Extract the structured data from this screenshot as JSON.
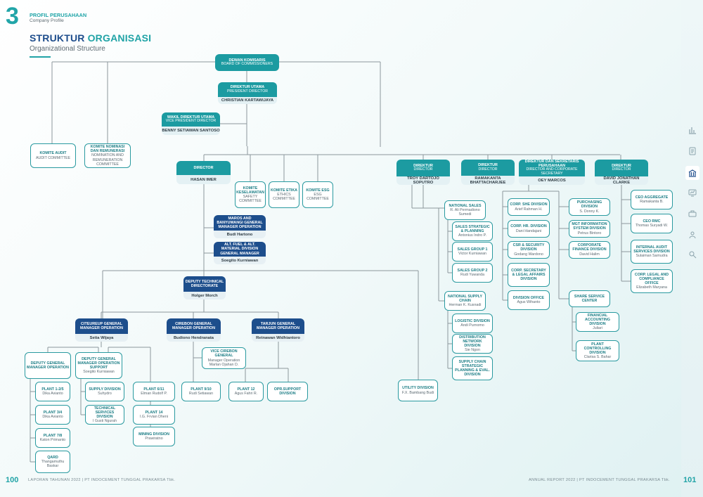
{
  "header": {
    "chapter_number": "3",
    "section": "PROFIL PERUSAHAAN",
    "section_en": "Company Profile",
    "title_a": "STRUKTUR",
    "title_b": "ORGANISASI",
    "subtitle": "Organizational Structure"
  },
  "footer": {
    "page_left": "100",
    "text_left": "LAPORAN TAHUNAN 2022 | PT INDOCEMENT TUNGGAL PRAKARSA Tbk.",
    "page_right": "101",
    "text_right": "ANNUAL REPORT 2022 | PT INDOCEMENT TUNGGAL PRAKARSA Tbk."
  },
  "side_icons": [
    {
      "name": "chart-icon"
    },
    {
      "name": "document-icon"
    },
    {
      "name": "building-icon",
      "active": true
    },
    {
      "name": "monitor-chart-icon"
    },
    {
      "name": "briefcase-icon"
    },
    {
      "name": "people-icon"
    },
    {
      "name": "search-people-icon"
    }
  ],
  "colors": {
    "teal": "#1c9ba1",
    "navy": "#1d4e8c",
    "line": "#8c979c",
    "border": "#2a9aa0"
  },
  "nodes": [
    {
      "id": "boc",
      "kind": "teal",
      "title": "DEWAN KOMISARIS",
      "sub": "BOARD OF COMMISSIONERS"
    },
    {
      "id": "pd",
      "kind": "teal",
      "title": "DIREKTUR UTAMA",
      "sub": "PRESIDENT DIRECTOR",
      "name": "CHRISTIAN KARTAWIJAYA"
    },
    {
      "id": "vpd",
      "kind": "teal",
      "title": "WAKIL DIREKTUR UTAMA",
      "sub": "VICE PRESIDENT DIRECTOR",
      "name": "BENNY SETIAWAN SANTOSO"
    },
    {
      "id": "ka",
      "kind": "text",
      "title": "KOMITE AUDIT",
      "sub": "AUDIT COMMITTEE"
    },
    {
      "id": "knr",
      "kind": "text",
      "title": "KOMITE NOMINASI DAN REMUNERASI",
      "sub": "NOMINATION AND REMUNERATION COMMITTEE"
    },
    {
      "id": "dir1",
      "kind": "teal",
      "title": "DIRECTOR",
      "name": "HASAN IMER"
    },
    {
      "id": "kk",
      "kind": "text",
      "title": "KOMITE KESELAMATAN",
      "sub": "SAFETY COMMITTEE"
    },
    {
      "id": "ke",
      "kind": "text",
      "title": "KOMITE ETIKA",
      "sub": "ETHICS COMMITTEE"
    },
    {
      "id": "kesg",
      "kind": "text",
      "title": "KOMITE ESG",
      "sub": "ESG COMMITTEE"
    },
    {
      "id": "dir2",
      "kind": "teal",
      "title": "DIREKTUR",
      "sub": "DIRECTOR",
      "name": "TROY DARTOJO SOPUTRO"
    },
    {
      "id": "dir3",
      "kind": "teal",
      "title": "DIREKTUR",
      "sub": "DIRECTOR",
      "name": "RAMAKANTA BHATTACHARJEE"
    },
    {
      "id": "dir4",
      "kind": "teal",
      "title": "DIREKTUR DAN SEKRETARIS PERUSAHAAN",
      "sub": "DIRECTOR AND CORPORATE SECRETARY",
      "name": "OEY MARCOS"
    },
    {
      "id": "dir5",
      "kind": "teal",
      "title": "DIREKTUR",
      "sub": "DIRECTOR",
      "name": "DAVID JONATHAN CLARKE"
    },
    {
      "id": "maros",
      "kind": "navy",
      "title": "MAROS AND BANYUWANGI GENERAL MANAGER OPERATION",
      "name": "Budi Hartono"
    },
    {
      "id": "altf",
      "kind": "navy",
      "title": "ALT. FUEL & ALT. MATERIAL DIVISION GENERAL MANAGER",
      "name": "Soegito Kurniawan"
    },
    {
      "id": "dtd",
      "kind": "navy",
      "title": "DEPUTY TECHNICAL DIRECTORATE",
      "name": "Holger Morch"
    },
    {
      "id": "cit",
      "kind": "navy",
      "title": "CITEUREUP GENERAL MANAGER OPERATION",
      "name": "Setia Wijaya"
    },
    {
      "id": "cir",
      "kind": "navy",
      "title": "CIREBON GENERAL MANAGER OPERATION",
      "name": "Budiono Hendranata"
    },
    {
      "id": "tar",
      "kind": "navy",
      "title": "TARJUN GENERAL MANAGER OPERATION",
      "name": "Retnawan Widhiantoro"
    },
    {
      "id": "vcir",
      "kind": "text",
      "title": "Vice Cirebon General",
      "sub": "Manager Operation",
      "sub2": "Marlan Ojahan D."
    },
    {
      "id": "dgm",
      "kind": "text",
      "title": "DEPUTY GENERAL MANAGER OPERATION"
    },
    {
      "id": "dgms",
      "kind": "text",
      "title": "DEPUTY GENERAL MANAGER OPERATION SUPPORT",
      "sub": "Soegito Kurniawan"
    },
    {
      "id": "p125",
      "kind": "text",
      "title": "PLANT 1-2/5",
      "sub": "Dika Avianto"
    },
    {
      "id": "p34",
      "kind": "text",
      "title": "PLANT 3/4",
      "sub": "Dika Avianto"
    },
    {
      "id": "p78",
      "kind": "text",
      "title": "PLANT 7/8",
      "sub": "Katon Primanto"
    },
    {
      "id": "qard",
      "kind": "text",
      "title": "QARD",
      "sub": "Thangamuthu Baskar"
    },
    {
      "id": "supd",
      "kind": "text",
      "title": "SUPPLY DIVISION",
      "sub": "Suhydro"
    },
    {
      "id": "tsd",
      "kind": "text",
      "title": "TECHNICAL SERVICES DIVISION",
      "sub": "I Gusti Ngurah"
    },
    {
      "id": "p611",
      "kind": "text",
      "title": "PLANT 6/11",
      "sub": "Elman Rudolf P."
    },
    {
      "id": "p14",
      "kind": "text",
      "title": "PLANT 14",
      "sub": "I.G. Frvian Dheni"
    },
    {
      "id": "mind",
      "kind": "text",
      "title": "MINING DIVISION",
      "sub": "Prawiratno"
    },
    {
      "id": "p910",
      "kind": "text",
      "title": "PLANT 9/10",
      "sub": "Rudi Setiawan"
    },
    {
      "id": "p12",
      "kind": "text",
      "title": "PLANT 12",
      "sub": "Agus Fahri R."
    },
    {
      "id": "opr",
      "kind": "text",
      "title": "OPR.SUPPORT DIVISION"
    },
    {
      "id": "util",
      "kind": "text",
      "title": "UTILITY DIVISION",
      "sub": "F.X. Bambang Budi"
    },
    {
      "id": "nsal",
      "kind": "text",
      "title": "NATIONAL SALES",
      "sub": "R. Ali Permadiono Sumedi"
    },
    {
      "id": "ssp",
      "kind": "text",
      "title": "SALES STRATEGIC & PLANNING",
      "sub": "Antonius Indro P."
    },
    {
      "id": "sg1",
      "kind": "text",
      "title": "SALES GROUP 1",
      "sub": "Victor Kurniawan"
    },
    {
      "id": "sg2",
      "kind": "text",
      "title": "SALES GROUP 2",
      "sub": "Rudi Yuwanda"
    },
    {
      "id": "nsc",
      "kind": "text",
      "title": "NATIONAL SUPPLY CHAIN",
      "sub": "Herman K. Kusnadi"
    },
    {
      "id": "logd",
      "kind": "text",
      "title": "LOGISTIC DIVISION",
      "sub": "Andi Purnomo"
    },
    {
      "id": "dnd",
      "kind": "text",
      "title": "DISTRIBUTION NETWORK DIVISION",
      "sub": "Sie Ngon"
    },
    {
      "id": "scs",
      "kind": "text",
      "title": "SUPPLY CHAIN STRATEGIC PLANNING & EVAL. DIVISION"
    },
    {
      "id": "she",
      "kind": "text",
      "title": "CORP. SHE DIVISION",
      "sub": "Arief Rahman H."
    },
    {
      "id": "hr",
      "kind": "text",
      "title": "CORP. HR. DIVISION",
      "sub": "Dani Handajani"
    },
    {
      "id": "csr",
      "kind": "text",
      "title": "CSR & SECURITY DIVISION",
      "sub": "Godang Wardono"
    },
    {
      "id": "csl",
      "kind": "text",
      "title": "CORP. SECRETARY & LEGAL AFFAIRS DIVISION"
    },
    {
      "id": "dvo",
      "kind": "text",
      "title": "DIVISION OFFICE",
      "sub": "Agus Wihanto"
    },
    {
      "id": "pur",
      "kind": "text",
      "title": "PURCHASING DIVISION",
      "sub": "S. Donny K."
    },
    {
      "id": "mis",
      "kind": "text",
      "title": "MGT INFORMATION SYSTEM DIVISION",
      "sub": "Petrus Bintoro"
    },
    {
      "id": "cfd",
      "kind": "text",
      "title": "CORPORATE FINANCE DIVISION",
      "sub": "David Halim"
    },
    {
      "id": "ssc",
      "kind": "text",
      "title": "SHARE SERVICE CENTER"
    },
    {
      "id": "fad",
      "kind": "text",
      "title": "FINANCIAL ACCOUNTING DIVISION",
      "sub": "Juliari"
    },
    {
      "id": "pcd",
      "kind": "text",
      "title": "PLANT CONTROLLING DIVISION",
      "sub": "Clarisa S. Bahar"
    },
    {
      "id": "ceoa",
      "kind": "text",
      "title": "CEO AGGREGATE",
      "sub": "Ramakanta B."
    },
    {
      "id": "ceor",
      "kind": "text",
      "title": "CEO RMC",
      "sub": "Thomas Suryadi W."
    },
    {
      "id": "iad",
      "kind": "text",
      "title": "INTERNAL AUDIT SERVICES DIVISION",
      "sub": "Sulaiman Samudra"
    },
    {
      "id": "clc",
      "kind": "text",
      "title": "CORP. LEGAL AND COMPLIANCE OFFICE",
      "sub": "Elizabeth Maryana"
    }
  ]
}
